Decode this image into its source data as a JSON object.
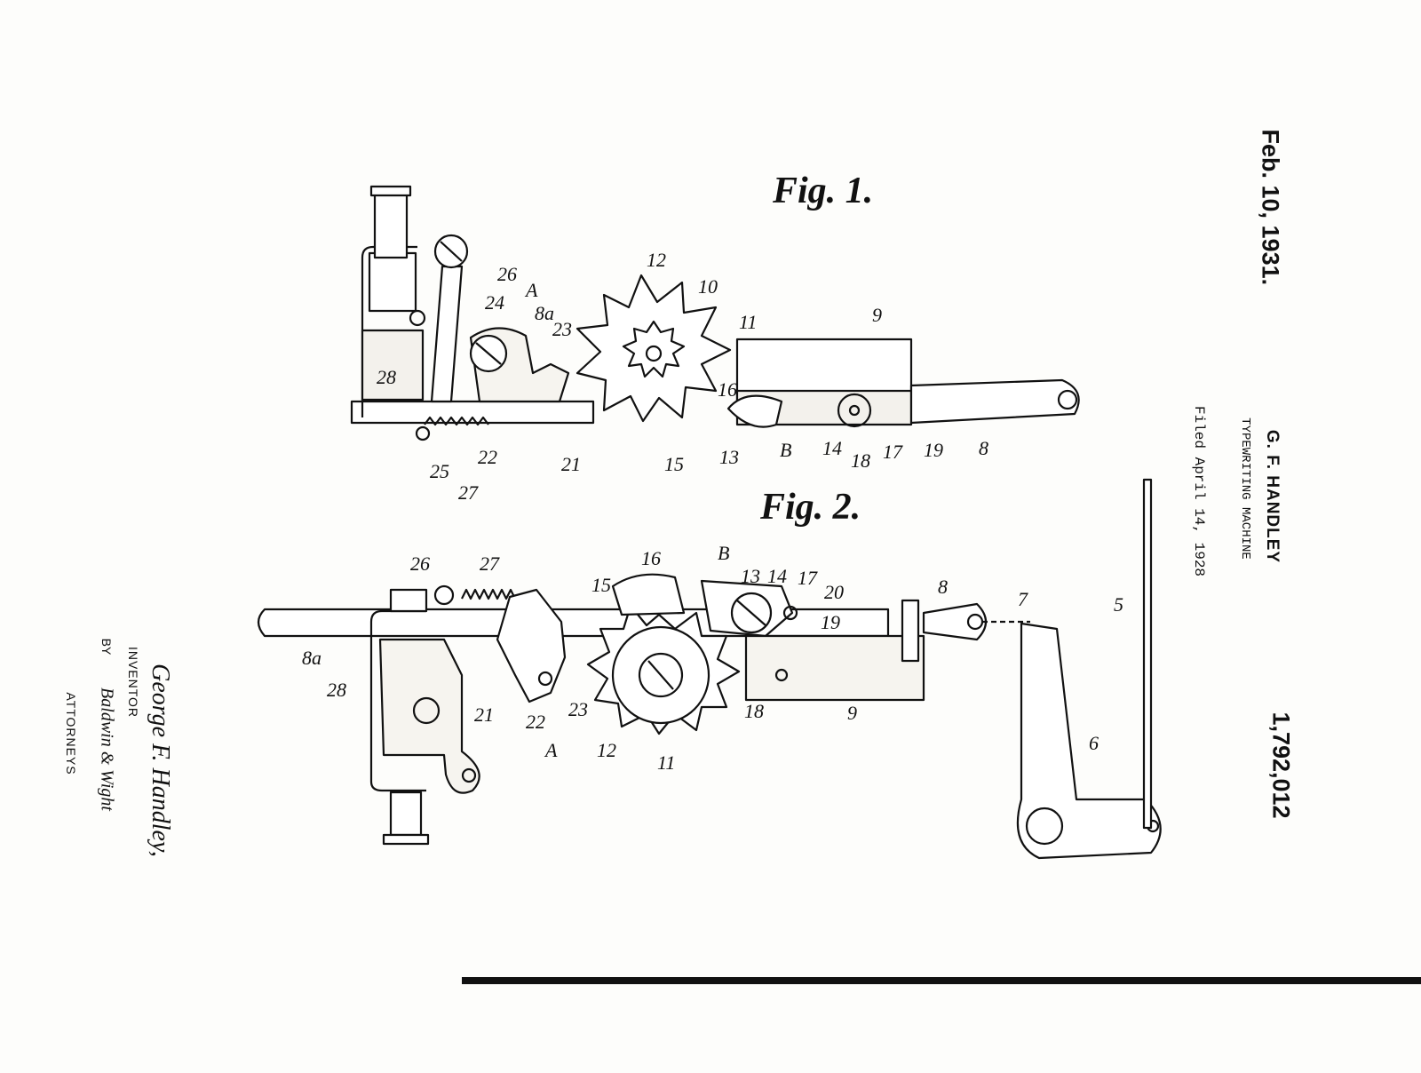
{
  "header": {
    "date": "Feb. 10, 1931.",
    "inventor_name": "G. F. HANDLEY",
    "title": "TYPEWRITING MACHINE",
    "filed": "Filed April 14, 1928",
    "patent_number": "1,792,012"
  },
  "signature": {
    "inventor_caption": "INVENTOR",
    "inventor_signature": "George F. Handley,",
    "by": "BY",
    "attorneys_signature": "Baldwin & Wight",
    "attorneys_caption": "ATTORNEYS"
  },
  "figures": [
    {
      "title": "Fig. 1.",
      "labels": [
        "26",
        "A",
        "24",
        "8a",
        "23",
        "12",
        "10",
        "11",
        "9",
        "28",
        "16",
        "B",
        "13",
        "14",
        "18",
        "17",
        "19",
        "8",
        "15",
        "25",
        "22",
        "21",
        "27"
      ]
    },
    {
      "title": "Fig. 2.",
      "labels": [
        "26",
        "27",
        "16",
        "B",
        "13",
        "14",
        "17",
        "20",
        "15",
        "8",
        "7",
        "19",
        "5",
        "8a",
        "28",
        "21",
        "22",
        "23",
        "A",
        "12",
        "11",
        "18",
        "9",
        "6"
      ]
    }
  ]
}
